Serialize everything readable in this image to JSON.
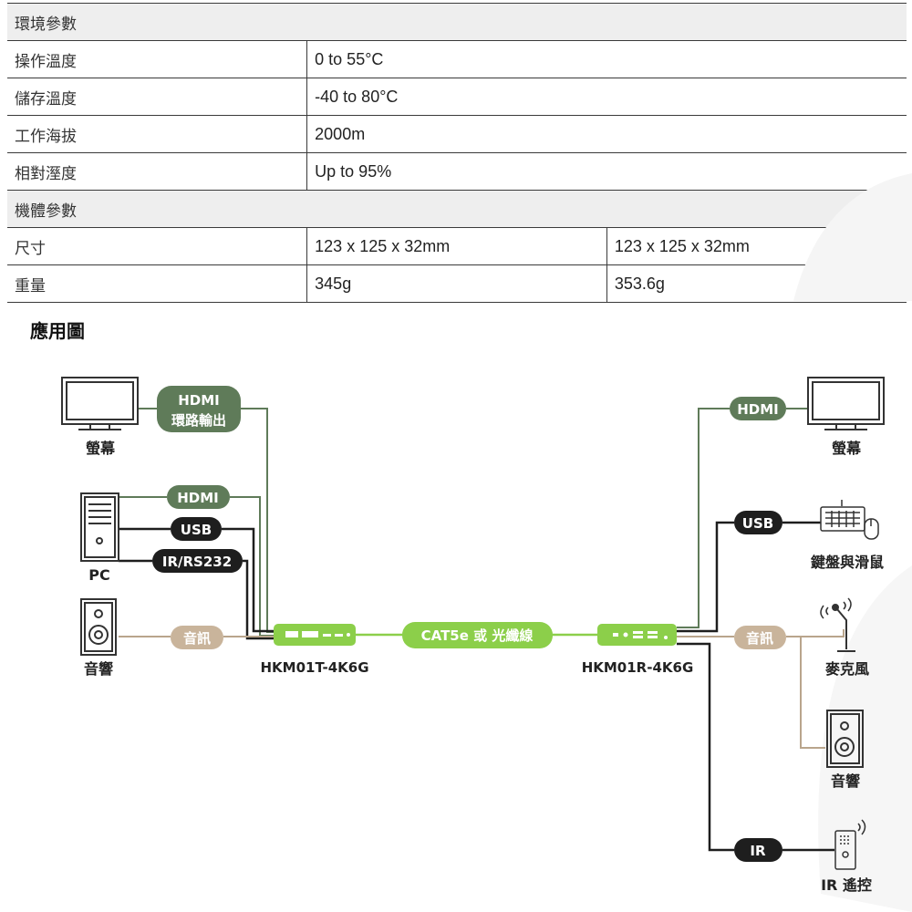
{
  "table": {
    "env_header": "環境參數",
    "op_temp": {
      "label": "操作溫度",
      "value": "0 to 55°C"
    },
    "storage_temp": {
      "label": "儲存溫度",
      "value": "-40 to 80°C"
    },
    "altitude": {
      "label": "工作海拔",
      "value": "2000m"
    },
    "humidity": {
      "label": "相對溼度",
      "value": "Up to 95%"
    },
    "body_header": "機體參數",
    "size": {
      "label": "尺寸",
      "tx": "123 x 125 x 32mm",
      "rx": "123 x 125 x 32mm"
    },
    "weight": {
      "label": "重量",
      "tx": "345g",
      "rx": "353.6g"
    }
  },
  "diagram": {
    "title": "應用圖",
    "left": {
      "monitor_label": "螢幕",
      "hdmi_loop_pill": [
        "HDMI",
        "環路輸出"
      ],
      "pc_label": "PC",
      "hdmi_pill": "HDMI",
      "usb_pill": "USB",
      "ir_pill": "IR/RS232",
      "speaker_label": "音響",
      "audio_pill": "音訊"
    },
    "transmitter_label": "HKM01T-4K6G",
    "cable_pill": "CAT5e 或 光纖線",
    "receiver_label": "HKM01R-4K6G",
    "right": {
      "hdmi_pill": "HDMI",
      "monitor_label": "螢幕",
      "usb_pill": "USB",
      "keyboard_label": "鍵盤與滑鼠",
      "audio_pill": "音訊",
      "mic_label": "麥克風",
      "speaker_label": "音響",
      "ir_pill": "IR",
      "remote_label": "IR 遙控"
    },
    "colors": {
      "dark_green": "#5f7b59",
      "light_green": "#8ccf4a",
      "black": "#1e1e1e",
      "tan": "#c9b49b",
      "tan_line": "#b9a58c"
    }
  }
}
